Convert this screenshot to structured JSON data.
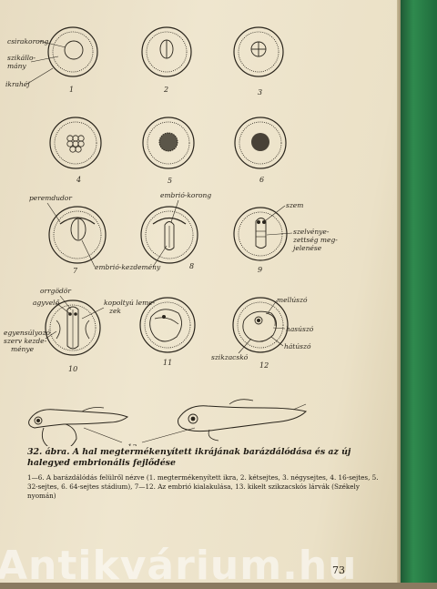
{
  "labels": {
    "csirakorong": "csirakorong",
    "sziko_1": "szikállo-",
    "sziko_2": "mány",
    "ikrahej": "ikrahéj",
    "peremdudor": "peremdudor",
    "embrio_korong": "embrió-korong",
    "szem": "szem",
    "szelvenye_1": "szelvénye-",
    "szelvenye_2": "zettség meg-",
    "szelvenye_3": "jelenése",
    "embrio_kezdemeny": "embrió-kezdemény",
    "agyvelo": "agyvelő",
    "orrgodor": "orrgödör",
    "kopoltyu_1": "kopoltyú leme-",
    "kopoltyu_2": "zek",
    "egyensuly_1": "egyensúlyozó",
    "egyensuly_2": "szerv kezde-",
    "egyensuly_3": "ménye",
    "melluszo": "mellúszó",
    "hasuszo": "hasúszó",
    "hatuszo": "hátúszó",
    "szikzacsko": "szikzacskó"
  },
  "numbers": [
    "1",
    "2",
    "3",
    "4",
    "5",
    "6",
    "7",
    "8",
    "9",
    "10",
    "11",
    "12",
    "13"
  ],
  "caption": {
    "title": "32. ábra. A hal megtermékenyített ikrájának barázdálódása és az új halegyed embrionális fejlődése",
    "body": "1—6. A barázdálódás felülről nézve (1. megtermékenyített ikra, 2. kétsejtes, 3. négysejtes, 4. 16-sejtes, 5. 32-sejtes, 6. 64-sejtes stádium), 7—12. Az embrió kialakulása, 13. kikelt szikzacskós lárvák (Székely nyomán)"
  },
  "page_number": "73",
  "watermark": "Antikvárium.hu"
}
